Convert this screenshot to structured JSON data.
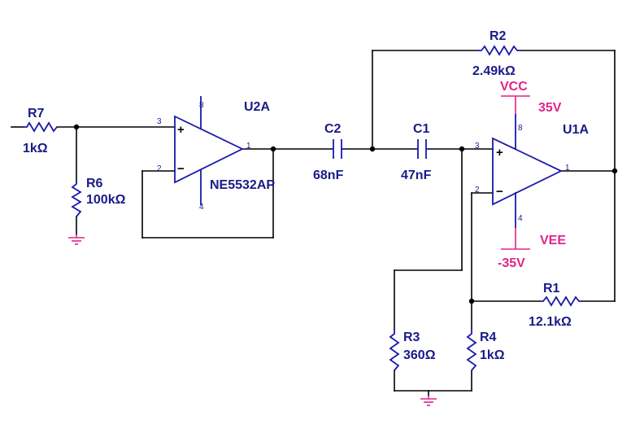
{
  "components": {
    "r7": {
      "ref": "R7",
      "value": "1kΩ"
    },
    "r6": {
      "ref": "R6",
      "value": "100kΩ"
    },
    "u2a": {
      "ref": "U2A",
      "part": "NE5532AP",
      "pin_plus": "3",
      "pin_minus": "2",
      "pin_out": "1",
      "pin_vcc": "8",
      "pin_vee": "4"
    },
    "c2": {
      "ref": "C2",
      "value": "68nF"
    },
    "c1": {
      "ref": "C1",
      "value": "47nF"
    },
    "r2": {
      "ref": "R2",
      "value": "2.49kΩ"
    },
    "u1a": {
      "ref": "U1A",
      "pin_plus": "3",
      "pin_minus": "2",
      "pin_out": "1",
      "pin_vcc": "8",
      "pin_vee": "4"
    },
    "vcc": {
      "name": "VCC",
      "value": "35V"
    },
    "vee": {
      "name": "VEE",
      "value": "-35V"
    },
    "r1": {
      "ref": "R1",
      "value": "12.1kΩ"
    },
    "r3": {
      "ref": "R3",
      "value": "360Ω"
    },
    "r4": {
      "ref": "R4",
      "value": "1kΩ"
    }
  },
  "opamp_signs": {
    "plus": "+",
    "minus": "−"
  },
  "colors": {
    "wire": "#000000",
    "component": "#1a1aa8",
    "label": "#1a1a8a",
    "power": "#e0248a"
  }
}
